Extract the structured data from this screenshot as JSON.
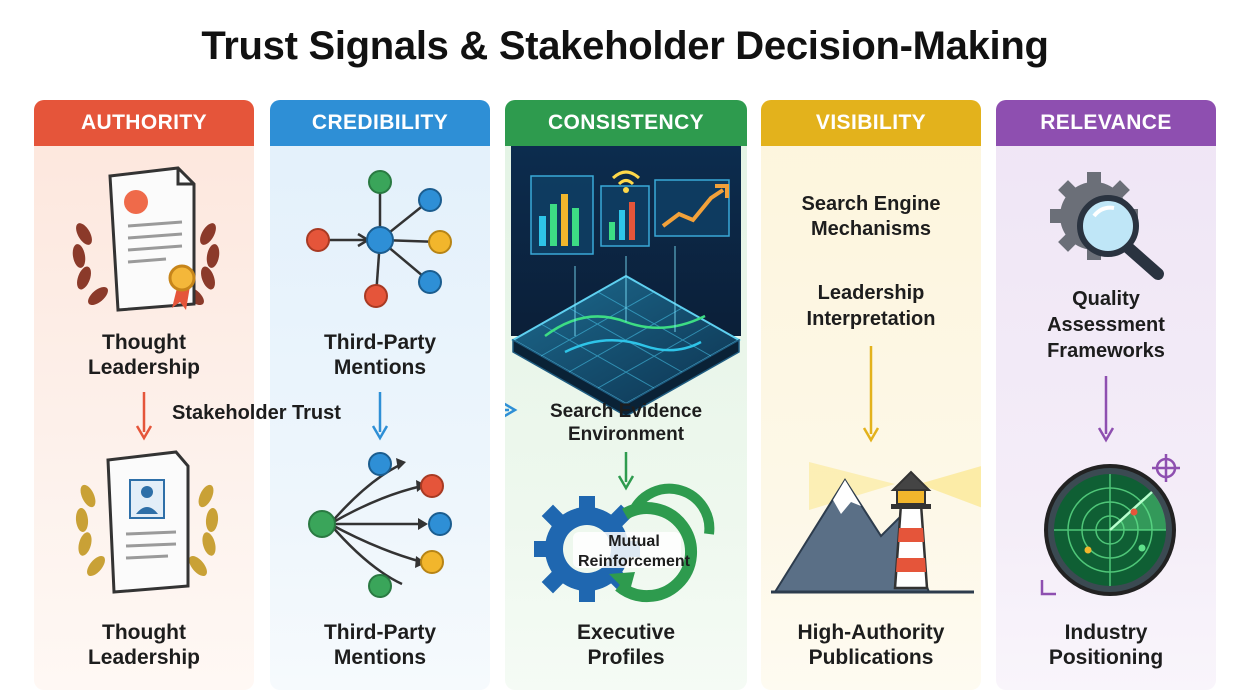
{
  "title": "Trust Signals & Stakeholder Decision-Making",
  "columns": [
    {
      "header": "AUTHORITY",
      "color": "#e5553a",
      "bg": "#fde6dc",
      "top_label": [
        "Thought",
        "Leadership"
      ],
      "bottom_label": [
        "Thought",
        "Leadership"
      ]
    },
    {
      "header": "CREDIBILITY",
      "color": "#2e8fd6",
      "bg": "#e2f0fb",
      "top_label": [
        "Third-Party",
        "Mentions"
      ],
      "bottom_label": [
        "Third-Party",
        "Mentions"
      ]
    },
    {
      "header": "CONSISTENCY",
      "color": "#2e9b4e",
      "bg": "#e3f3e4",
      "mid_label": [
        "Search Evidence",
        "Environment"
      ],
      "gear_label": [
        "Mutual",
        "Reinforcement"
      ],
      "bottom_label": [
        "Executive",
        "Profiles"
      ]
    },
    {
      "header": "VISIBILITY",
      "color": "#e3b21c",
      "bg": "#fdf5dc",
      "top_label": [
        "Search Engine",
        "Mechanisms"
      ],
      "mid_label": [
        "Leadership",
        "Interpretation"
      ],
      "bottom_label": [
        "High-Authority",
        "Publications"
      ]
    },
    {
      "header": "RELEVANCE",
      "color": "#8e4fb0",
      "bg": "#efe5f5",
      "top_label": [
        "Quality",
        "Assessment",
        "Frameworks"
      ],
      "bottom_label": [
        "Industry",
        "Positioning"
      ]
    }
  ],
  "center_label": "Stakeholder Trust",
  "icons": [
    "certificate-icon",
    "network-hub-icon",
    "dashboard-platform-icon",
    "gear-magnifier-icon",
    "profile-document-icon",
    "branching-arrows-icon",
    "reinforcement-gears-icon",
    "lighthouse-mountain-icon",
    "radar-icon"
  ]
}
